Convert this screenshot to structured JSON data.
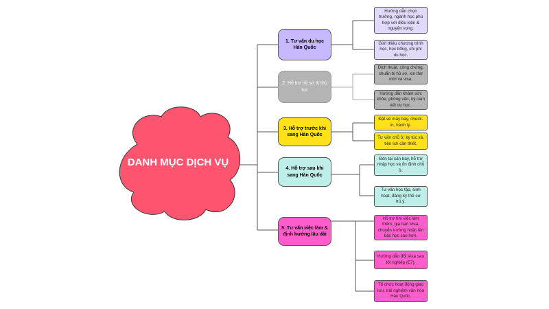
{
  "root": {
    "label": "DANH MỤC DỊCH VỤ",
    "color": "#fd5470"
  },
  "branches": [
    {
      "label": "1. Tư vấn du học Hàn Quốc",
      "color": "#c8b8fc",
      "leaf_color": "#e2dafd",
      "items": [
        "Hướng dẫn chọn trường, ngành học phù hợp với điều kiện & nguyện vọng.",
        "Giới thiệu chương trình học, học bổng, chi phí du học."
      ]
    },
    {
      "label": "2. Hỗ trợ hồ sơ & thủ tục",
      "color": "#b4b4b4",
      "leaf_color": "#b4b4b4",
      "items": [
        "Dịch thuật, công chứng, chuẩn bị hồ sơ, xin thư mời và visa.",
        "Hướng dẫn khám sức khỏe, phỏng vấn, ký cam kết du học."
      ]
    },
    {
      "label": "3. Hỗ trợ trước khi sang Hàn Quốc",
      "color": "#ffe11a",
      "leaf_color": "#ffe11a",
      "items": [
        "Đặt vé máy bay, check-in, hành lý.",
        "Tư vấn chỗ ở, ký túc xá, tiện ích cần thiết."
      ]
    },
    {
      "label": "4. Hỗ trợ sau khi sang Hàn Quốc",
      "color": "#bdeee8",
      "leaf_color": "#bdeee8",
      "items": [
        "Đón tại sân bay, hỗ trợ nhập học và ổn định chỗ ở.",
        "Tư vấn học tập, sinh hoạt, đăng ký thẻ cư trú.ý."
      ]
    },
    {
      "label": "5. Tư vấn việc làm & định hướng lâu dài",
      "color": "#ff5dcc",
      "leaf_color": "#ff5dcc",
      "items": [
        "Hỗ trợ tìm việc làm thêm, gia hạn Visa, chuyển trường hoặc lên bậc học cao hơn.",
        "Hướng dẫn đổi Visa sau tốt nghiệp (E7).",
        "Tổ chức hoạt động giao lưu, trải nghiệm văn hóa Hàn Quốc."
      ]
    }
  ]
}
